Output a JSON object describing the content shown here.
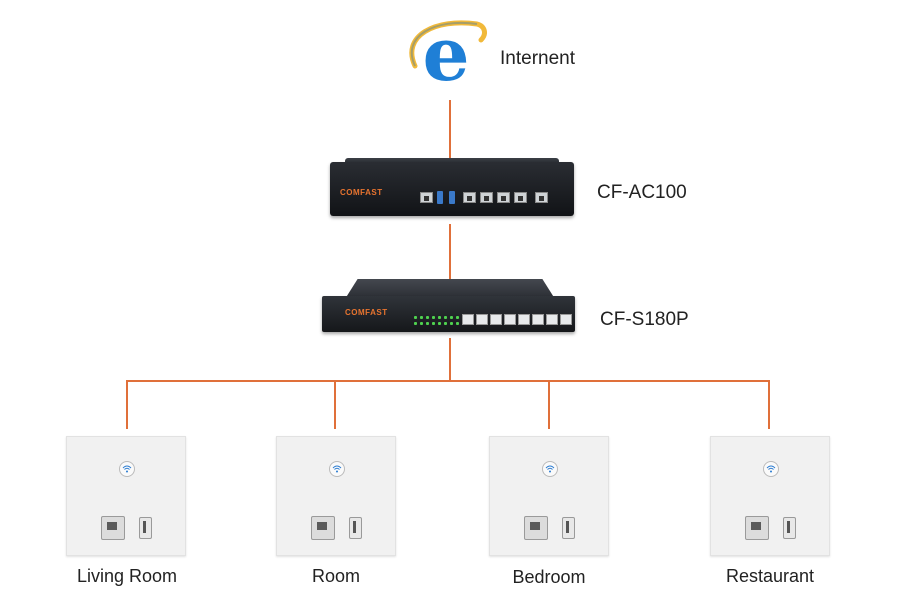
{
  "internet": {
    "label": "Internent",
    "icon": "internet-explorer-icon"
  },
  "controller": {
    "label": "CF-AC100",
    "brand": "COMFAST"
  },
  "switch": {
    "label": "CF-S180P",
    "brand": "COMFAST"
  },
  "access_points": [
    {
      "label": "Living Room"
    },
    {
      "label": "Room"
    },
    {
      "label": "Bedroom"
    },
    {
      "label": "Restaurant"
    }
  ],
  "colors": {
    "wire": "#e0703a",
    "ie_blue": "#1f7fd6",
    "ie_ring": "#f1b93a",
    "brand": "#e8742f"
  }
}
